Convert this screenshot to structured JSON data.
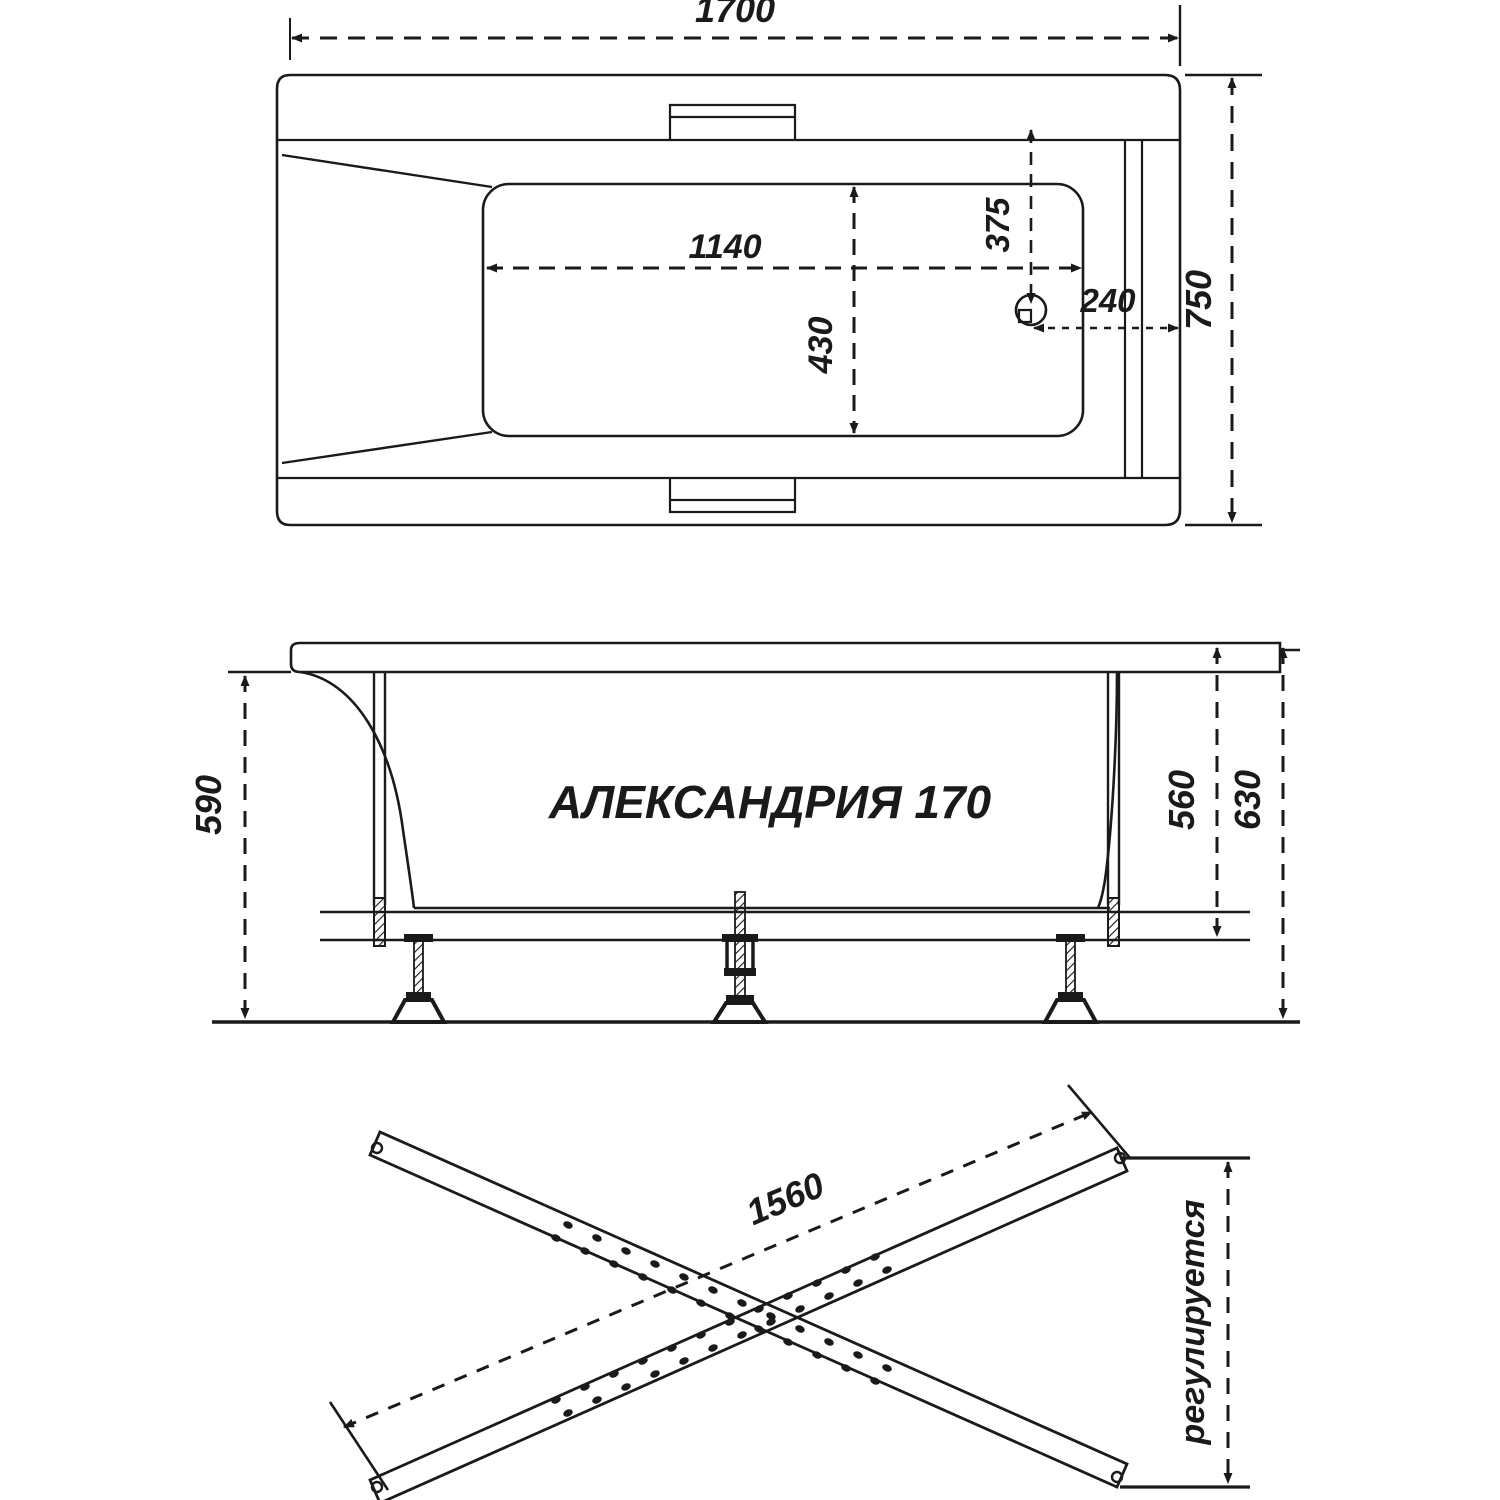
{
  "drawing": {
    "title": "АЛЕКСАНДРИЯ 170",
    "units": "mm",
    "line_color": "#1a1a1a",
    "background": "#ffffff"
  },
  "views": {
    "top": {
      "name": "top-view",
      "dimensions": {
        "overall_length": "1700",
        "overall_width": "750",
        "basin_length": "1140",
        "basin_width": "430",
        "drain_from_end": "375",
        "drain_from_side": "240"
      }
    },
    "side": {
      "name": "side-view",
      "label": "АЛЕКСАНДРИЯ 170",
      "dimensions": {
        "total_height": "590",
        "bowl_depth": "560",
        "frame_height": "630"
      }
    },
    "frame": {
      "name": "frame-view",
      "dimensions": {
        "diagonal_length": "1560",
        "adjustable_label": "регулируется"
      }
    }
  }
}
